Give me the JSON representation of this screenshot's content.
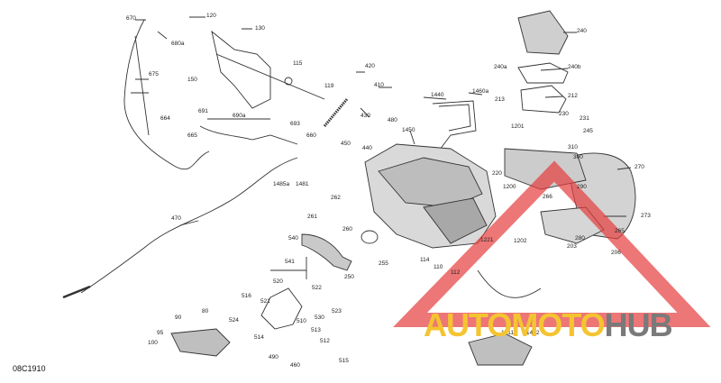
{
  "diagram_code": "08C1910",
  "watermark": {
    "part1": "AUTOMOTO",
    "part2": "HUB"
  },
  "colors": {
    "triangle": "#e63c3c",
    "watermark_yellow": "#f4c431",
    "watermark_grey": "#7a7a7a",
    "lines": "#333333"
  },
  "callouts": {
    "c120": "120",
    "c130": "130",
    "c670": "670",
    "c680a": "680a",
    "c675": "675",
    "c150": "150",
    "c115": "115",
    "c119": "119",
    "c664": "664",
    "c665": "665",
    "c691": "691",
    "c690a": "690a",
    "c693": "693",
    "c660": "660",
    "c470": "470",
    "c420": "420",
    "c410": "410",
    "c430": "430",
    "c480": "480",
    "c450": "450",
    "c440": "440",
    "c1440": "1440",
    "c1460a": "1460a",
    "c1450": "1450",
    "c1485a": "1485a",
    "c1481": "1481",
    "c262": "262",
    "c261": "261",
    "c260": "260",
    "c540": "540",
    "c250": "250",
    "c255": "255",
    "c541": "541",
    "c520": "520",
    "c516": "516",
    "c521": "521",
    "c522": "522",
    "c524": "524",
    "c530": "530",
    "c523": "523",
    "c510": "510",
    "c514": "514",
    "c513": "513",
    "c512": "512",
    "c490": "490",
    "c460": "460",
    "c515": "515",
    "c90": "90",
    "c80": "80",
    "c95": "95",
    "c100": "100",
    "c240": "240",
    "c240a": "240a",
    "c240b": "240b",
    "c213": "213",
    "c212": "212",
    "c1201": "1201",
    "c230": "230",
    "c231": "231",
    "c245": "245",
    "c310": "310",
    "c300": "300",
    "c270": "270",
    "c220": "220",
    "c1200": "1200",
    "c266": "266",
    "c290": "290",
    "c273": "273",
    "c1202": "1202",
    "c265": "265",
    "c280": "280",
    "c206": "206",
    "c203": "203",
    "c1221": "1221",
    "c114": "114",
    "c110": "110",
    "c112": "112",
    "c1411": "1411",
    "c1412": "1412"
  }
}
